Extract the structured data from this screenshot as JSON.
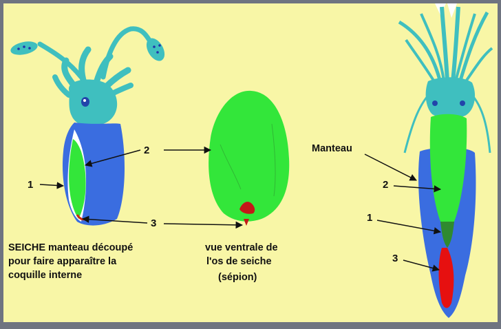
{
  "colors": {
    "background": "#f8f6a6",
    "frame": "#6f7480",
    "body_teal": "#3fbfbf",
    "mantle_blue": "#3a6de0",
    "shell_green": "#33e63a",
    "shell_dark": "#2f8a2f",
    "cone_red": "#e61010"
  },
  "figure_left": {
    "caption_line1": "SEICHE    manteau découpé",
    "caption_line2": "pour faire apparaître la",
    "caption_line3": "coquille interne",
    "label_1": "1",
    "label_2": "2",
    "label_3": "3"
  },
  "figure_middle": {
    "caption_line1": "vue ventrale de",
    "caption_line2": "l'os de seiche",
    "caption_line3": "(sépion)"
  },
  "figure_right": {
    "label_manteau": "Manteau",
    "label_1": "1",
    "label_2": "2",
    "label_3": "3"
  }
}
